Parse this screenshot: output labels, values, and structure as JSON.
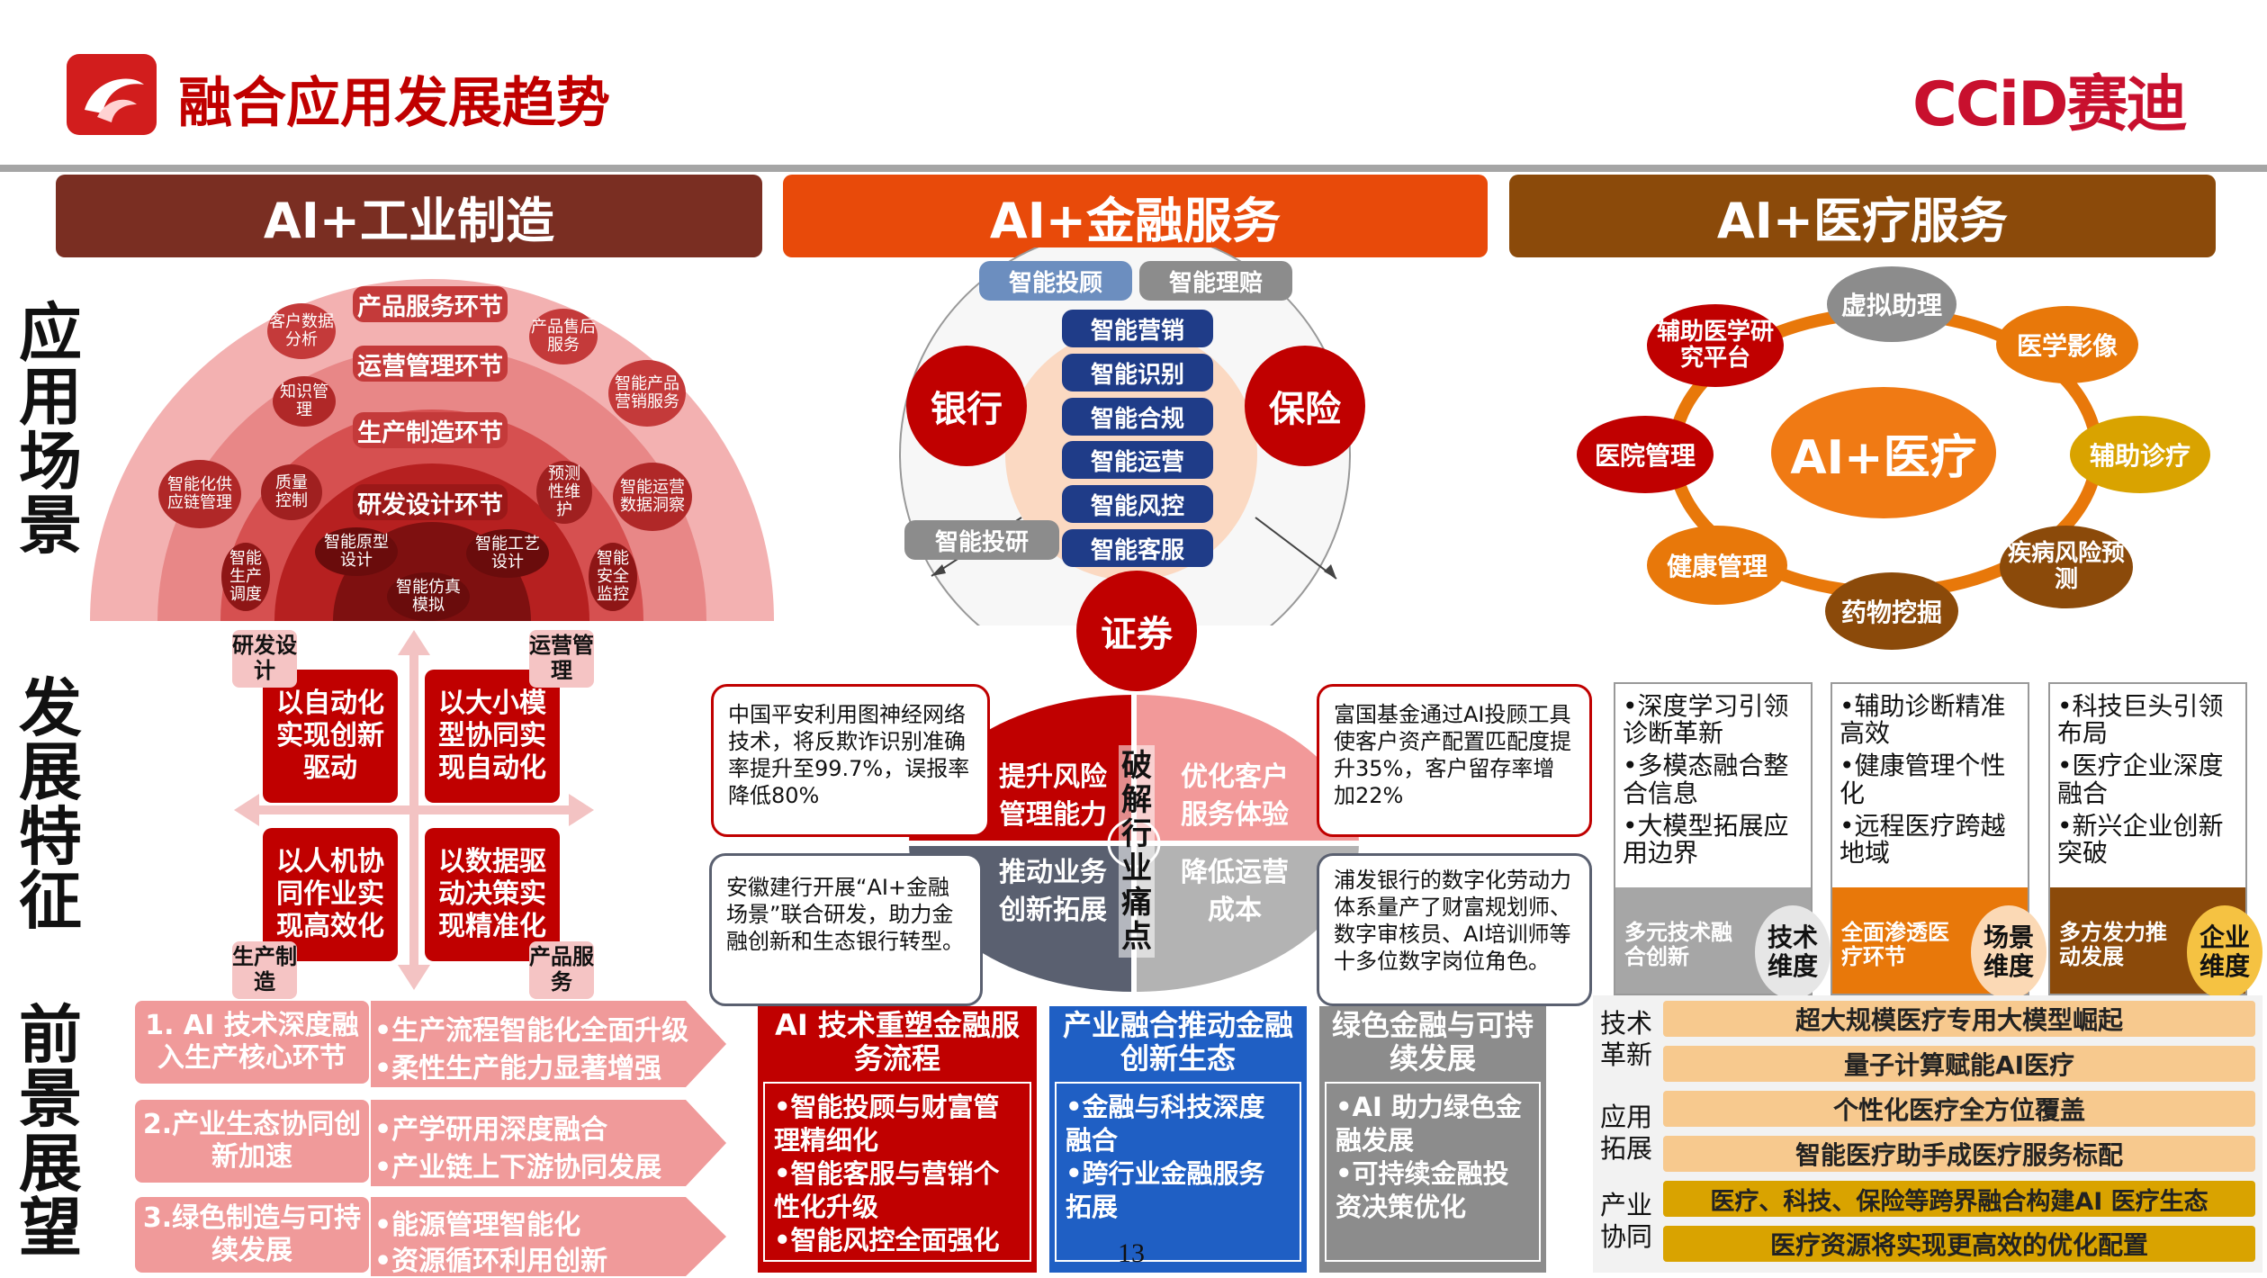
{
  "header": {
    "title": "融合应用发展趋势",
    "brand": "CCiD赛迪",
    "page_num": "13"
  },
  "rows": {
    "r1": "应用场景",
    "r2": "发展特征",
    "r3": "前景展望"
  },
  "cols": {
    "c1": "AI+工业制造",
    "c2": "AI+金融服务",
    "c3": "AI+医疗服务"
  },
  "ind": {
    "l1": "产品服务环节",
    "l2": "运营管理环节",
    "l3": "生产制造环节",
    "l4": "研发设计环节",
    "e1": "客户数据分析",
    "e2": "产品售后服务",
    "e3": "知识管理",
    "e4": "智能产品营销服务",
    "e5": "智能化供应链管理",
    "e6": "质量控制",
    "e7": "预测性维护",
    "e8": "智能运营数据洞察",
    "e9": "智能生产调度",
    "e10": "智能原型设计",
    "e11": "智能工艺设计",
    "e12": "智能仿真模拟",
    "e13": "智能安全监控",
    "q1": "以自动化实现创新驱动",
    "q2": "以大小模型协同实现自动化",
    "q3": "以人机协同作业实现高效化",
    "q4": "以数据驱动决策实现精准化",
    "t1": "研发设计",
    "t2": "运营管理",
    "t3": "生产制造",
    "t4": "产品服务",
    "f": [
      {
        "title": "1. AI 技术深度融入生产核心环节",
        "b1": "•生产流程智能化全面升级",
        "b2": "•柔性生产能力显著增强"
      },
      {
        "title": "2.产业生态协同创新加速",
        "b1": "•产学研用深度融合",
        "b2": "•产业链上下游协同发展"
      },
      {
        "title": "3.绿色制造与可持续发展",
        "b1": "•能源管理智能化",
        "b2": "•资源循环利用创新"
      }
    ]
  },
  "fin": {
    "tag1": "智能投顾",
    "tag2": "智能理赔",
    "tag3": "智能投研",
    "items": [
      "智能营销",
      "智能识别",
      "智能合规",
      "智能运营",
      "智能风控",
      "智能客服"
    ],
    "bank": "银行",
    "ins": "保险",
    "sec": "证券",
    "q1": "提升风险管理能力",
    "q2": "优化客户服务体验",
    "q3": "推动业务创新拓展",
    "q4": "降低运营成本",
    "center": "破解行业痛点",
    "box1": "中国平安利用图神经网络技术，将反欺诈识别准确率提升至99.7%，误报率降低80%",
    "box2": "富国基金通过AI投顾工具使客户资产配置匹配度提升35%，客户留存率增加22%",
    "box3": "安徽建行开展“AI+金融场景”联合研发，助力金融创新和生态银行转型。",
    "box4": "浦发银行的数字化劳动力体系量产了财富规划师、数字审核员、AI培训师等十多位数字岗位角色。",
    "f": [
      {
        "title": "AI 技术重塑金融服务流程",
        "b": [
          "•智能投顾与财富管理精细化",
          "•智能客服与营销个性化升级",
          "•智能风控全面强化"
        ]
      },
      {
        "title": "产业融合推动金融创新生态",
        "b": [
          "•金融与科技深度融合",
          "•跨行业金融服务拓展"
        ]
      },
      {
        "title": "绿色金融与可持续发展",
        "b": [
          "•AI 助力绿色金融发展",
          "•可持续金融投资决策优化"
        ]
      }
    ]
  },
  "med": {
    "center": "AI+医疗",
    "nodes": [
      "虚拟助理",
      "医学影像",
      "辅助诊疗",
      "疾病风险预测",
      "药物挖掘",
      "健康管理",
      "医院管理",
      "辅助医学研究平台"
    ],
    "cards": [
      {
        "items": [
          "•深度学习引领诊断革新",
          "•多模态融合整合信息",
          "•大模型拓展应用边界"
        ],
        "foot": "多元技术融合创新",
        "tag": "技术维度"
      },
      {
        "items": [
          "•辅助诊断精准高效",
          "•健康管理个性化",
          "•远程医疗跨越地域"
        ],
        "foot": "全面渗透医疗环节",
        "tag": "场景维度"
      },
      {
        "items": [
          "•科技巨头引领布局",
          "•医疗企业深度融合",
          "•新兴企业创新突破"
        ],
        "foot": "多方发力推动发展",
        "tag": "企业维度"
      }
    ],
    "f_labels": [
      "技术革新",
      "应用拓展",
      "产业协同"
    ],
    "f_items": [
      "超大规模医疗专用大模型崛起",
      "量子计算赋能AI医疗",
      "个性化医疗全方位覆盖",
      "智能医疗助手成医疗服务标配",
      "医疗、科技、保险等跨界融合构建AI 医疗生态",
      "医疗资源将实现更高效的优化配置"
    ]
  },
  "colors": {
    "red": "#c00000",
    "dark_red": "#8b1a1a",
    "brown": "#7a2e22",
    "orange": "#e84a0a",
    "med_brown": "#8b4a0a",
    "navy": "#1f3c88",
    "gray": "#8c8c8c"
  }
}
